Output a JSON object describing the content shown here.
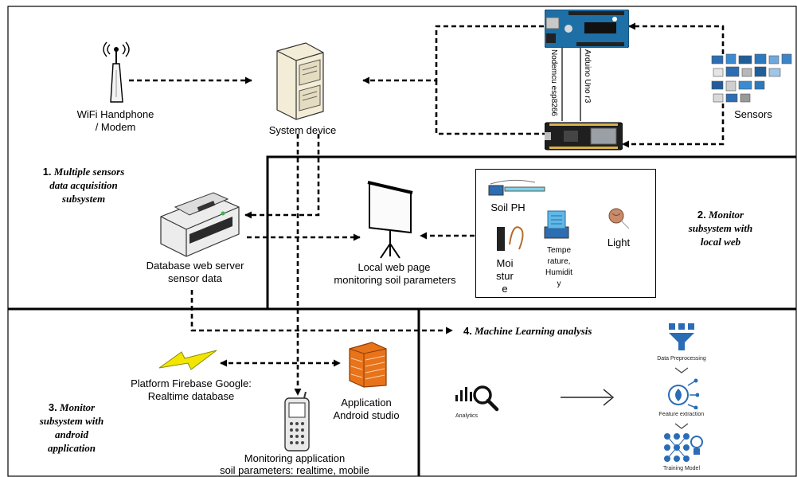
{
  "nodes": {
    "wifi": "WiFi Handphone",
    "wifi_line2": "/ Modem",
    "system_device": "System device",
    "sensors": "Sensors",
    "nodemcu": "Nodemcu esp8266",
    "arduino": "Arduino Uno r3",
    "database_line1": "Database web server",
    "database_line2": "sensor data",
    "local_web_line1": "Local web page",
    "local_web_line2": "monitoring soil parameters",
    "soil_ph": "Soil PH",
    "moisture": [
      "Moi",
      "stur",
      "e"
    ],
    "temperature": [
      "Tempe",
      "rature,",
      "Humidit",
      "y"
    ],
    "light": "Light",
    "firebase_line1": "Platform Firebase Google:",
    "firebase_line2": "Realtime database",
    "android_line1": "Application",
    "android_line2": "Android studio",
    "mobile_line1": "Monitoring application",
    "mobile_line2": "soil parameters: realtime, mobile",
    "analytics": "Analytics",
    "data_preprocessing": "Data Preprocessing",
    "feature_extraction": "Feature extraction",
    "training_model": "Training Model"
  },
  "subsystems": {
    "s1_num": "1.",
    "s1_text": [
      "Multiple sensors",
      "data acquisition",
      "subsystem"
    ],
    "s2_num": "2.",
    "s2_text": [
      "Monitor",
      "subsystem with",
      "local web"
    ],
    "s3_num": "3.",
    "s3_text": [
      "Monitor",
      "subsystem with",
      "android",
      "application"
    ],
    "s4_num": "4.",
    "s4_text": "Machine Learning analysis"
  },
  "colors": {
    "line": "#000000",
    "board_blue": "#1d6fa5",
    "wifi_bolt": "#f2e600",
    "firewall": "#e8731a",
    "ml_icon": "#2a6cb5"
  },
  "icons": [
    "antenna-icon",
    "server-icon",
    "arduino-board-icon",
    "nodemcu-board-icon",
    "sensors-collage-icon",
    "printer-server-icon",
    "projector-screen-icon",
    "lightning-icon",
    "firewall-icon",
    "phone-icon",
    "analytics-icon",
    "arrow-right-icon",
    "funnel-icon",
    "feature-icon",
    "network-icon",
    "bulb-icon"
  ]
}
